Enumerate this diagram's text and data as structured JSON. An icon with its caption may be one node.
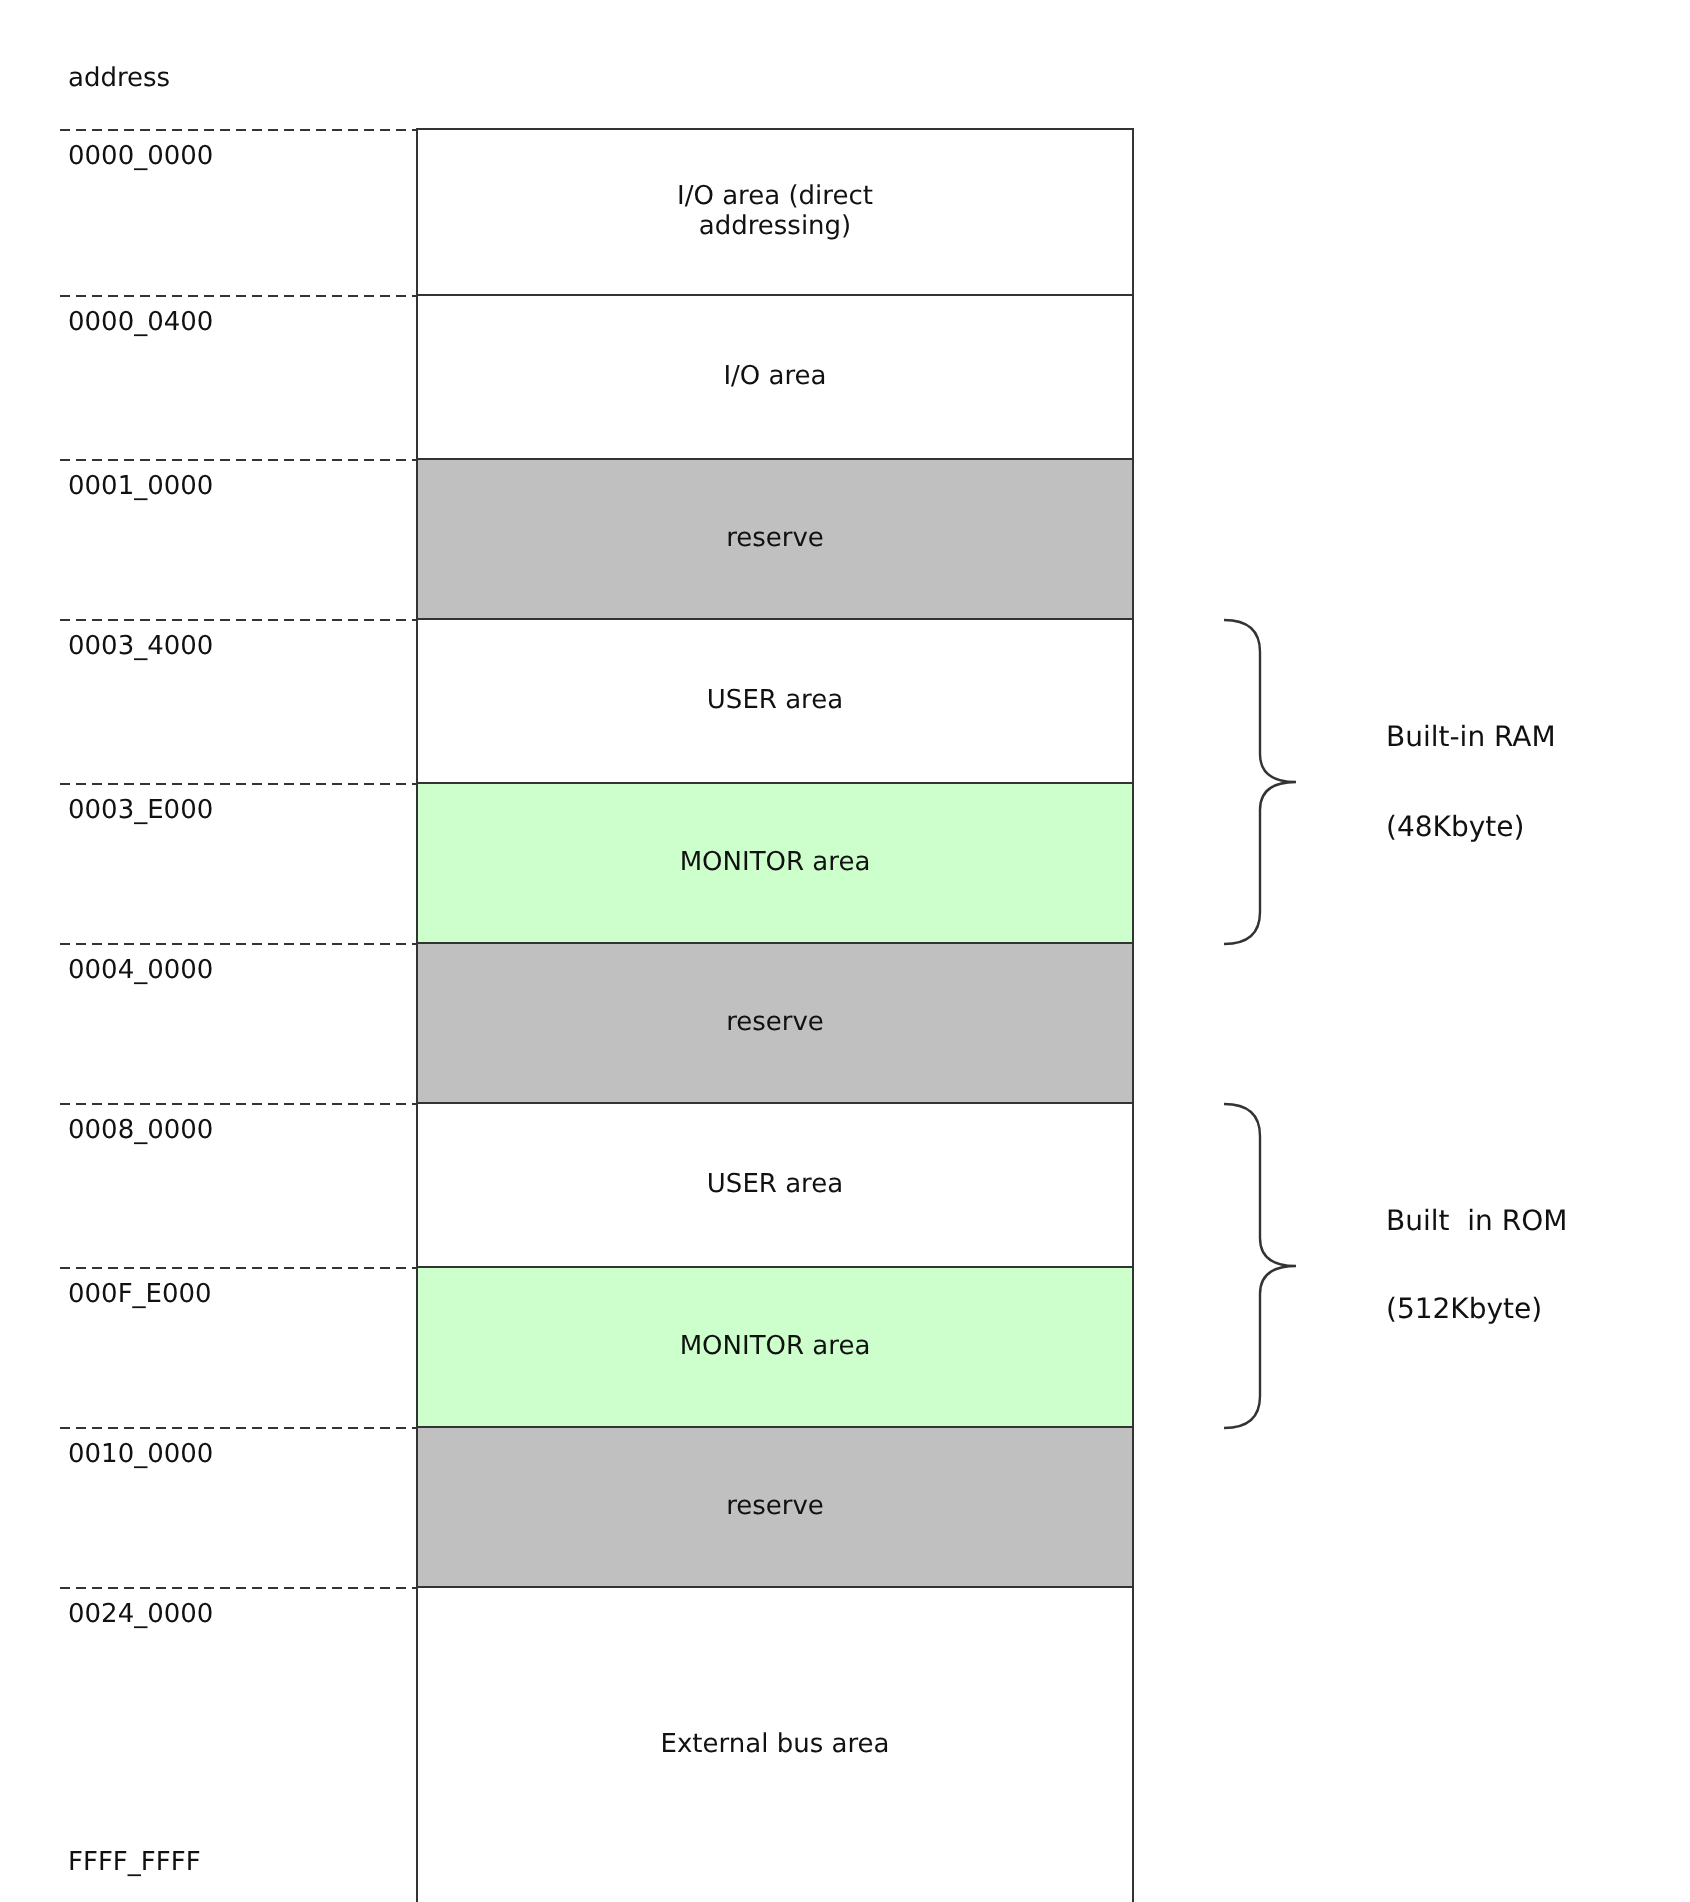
{
  "diagram": {
    "nodes": [
      {
        "text": [
          "I/O area (direct addressing)"
        ]
      },
      {
        "text": [
          "I/O area"
        ]
      },
      {
        "text": [
          "reserve"
        ]
      },
      {
        "text": [
          "USER area"
        ]
      },
      {
        "text": [
          "MONITOR area"
        ]
      },
      {
        "text": [
          "reserve"
        ]
      },
      {
        "text": [
          "USER area"
        ]
      },
      {
        "text": [
          "MONITOR area"
        ]
      },
      {
        "text": [
          "reserve"
        ]
      },
      {
        "text": [
          "External bus area"
        ]
      }
    ],
    "labels": [
      "address",
      "0000_0000",
      "0000_0400",
      "0001_0000",
      "0003_4000",
      "Built-in RAM",
      "0003_E000",
      "(48Kbyte)",
      "0004_0000",
      "0008_0000",
      "Built  in ROM",
      "000F_E000",
      "(512Kbyte)",
      "0010_0000",
      "0024_0000",
      "FFFF_FFFF"
    ]
  }
}
